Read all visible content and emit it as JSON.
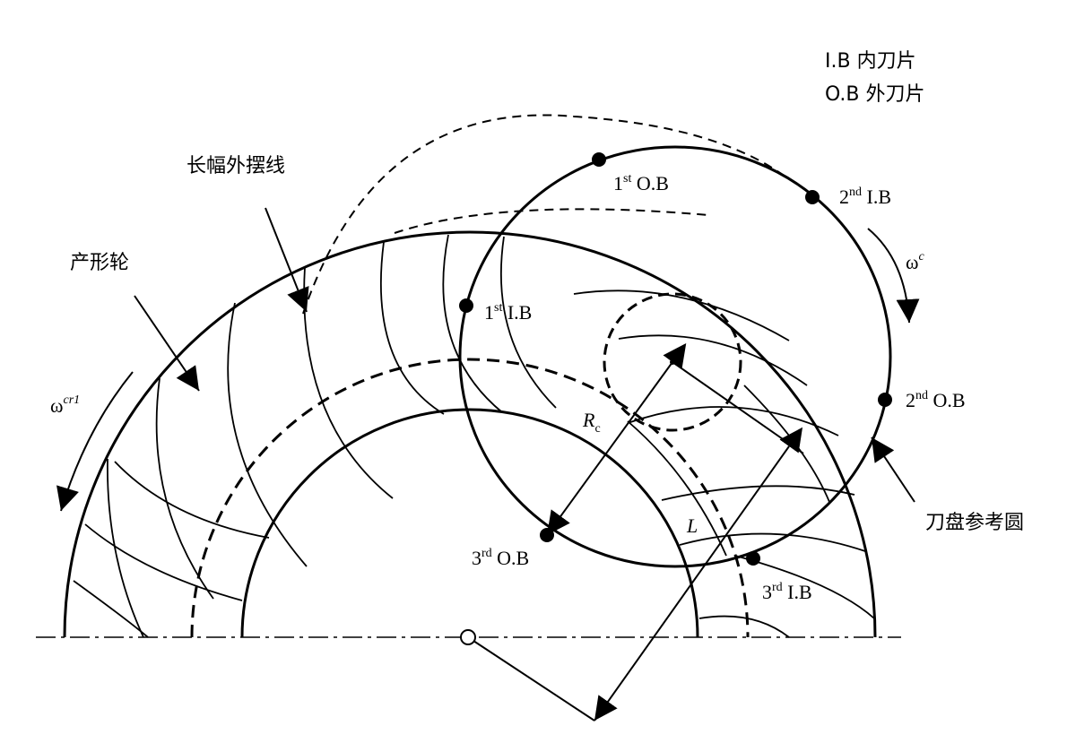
{
  "legend": {
    "inner_blade": "I.B 内刀片",
    "outer_blade": "O.B 外刀片"
  },
  "labels": {
    "epicycloid": "长幅外摆线",
    "generating_wheel": "产形轮",
    "cutter_reference_circle": "刀盘参考圆",
    "rc_main": "R",
    "rc_sub": "c",
    "length": "L",
    "omega_cr1": "ω",
    "omega_cr1_sup": "cr1",
    "omega_c": "ω",
    "omega_c_sup": "c"
  },
  "blades": [
    {
      "ordinal": "1",
      "suffix": "st",
      "name": "O.B"
    },
    {
      "ordinal": "2",
      "suffix": "nd",
      "name": "I.B"
    },
    {
      "ordinal": "1",
      "suffix": "st",
      "name": "I.B"
    },
    {
      "ordinal": "2",
      "suffix": "nd",
      "name": "O.B"
    },
    {
      "ordinal": "3",
      "suffix": "rd",
      "name": "O.B"
    },
    {
      "ordinal": "3",
      "suffix": "rd",
      "name": "I.B"
    }
  ],
  "colors": {
    "ink": "#000000",
    "background": "#ffffff"
  }
}
